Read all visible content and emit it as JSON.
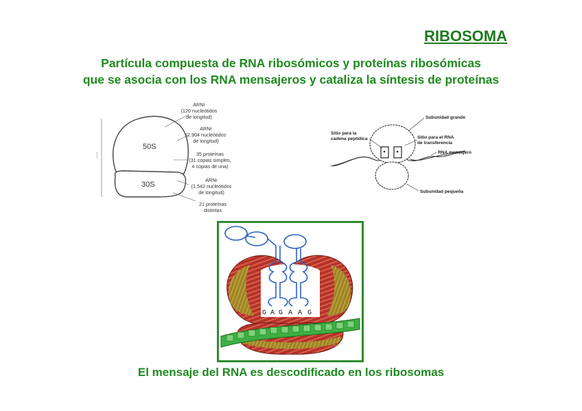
{
  "title": "RIBOSOMA",
  "subtitle": {
    "line1": "Partícula compuesta de RNA ribosómicos y proteínas ribosómicas",
    "line2": "que se asocia con los RNA mensajeros y cataliza la síntesis de proteínas"
  },
  "figure_left": {
    "large_subunit": "50S",
    "small_subunit": "30S",
    "labels": [
      [
        "ARNr",
        "(120 nucleótidos",
        "de longitud)"
      ],
      [
        "ARNr",
        "(2.904 nucleótidos",
        "de longitud)"
      ],
      [
        "35 proteínas",
        "(31 copias simples,",
        "4 copias de una)"
      ],
      [
        "ARNr",
        "(1.542 nucleótidos",
        "de longitud)"
      ],
      [
        "21 proteínas",
        "distintas"
      ]
    ]
  },
  "figure_right": {
    "labels": {
      "large": "Subunidad grande",
      "peptide_site": [
        "Sitio para la",
        "cadena peptídica"
      ],
      "rna_site": [
        "Sitio para el RNA",
        "de transferencia"
      ],
      "mrna": "RNA mensajero",
      "small": "Subunidad pequeña"
    }
  },
  "figure_bottom": {
    "codons": [
      "G",
      "A",
      "G",
      "A",
      "A",
      "G"
    ],
    "colors": {
      "border": "#2e8b2e",
      "mrna": "#3cb043",
      "body_red": "#b4322a",
      "body_gold": "#a88a2a",
      "trna": "#2a5fbf"
    }
  },
  "caption": "El mensaje del RNA es descodificado en los ribosomas"
}
